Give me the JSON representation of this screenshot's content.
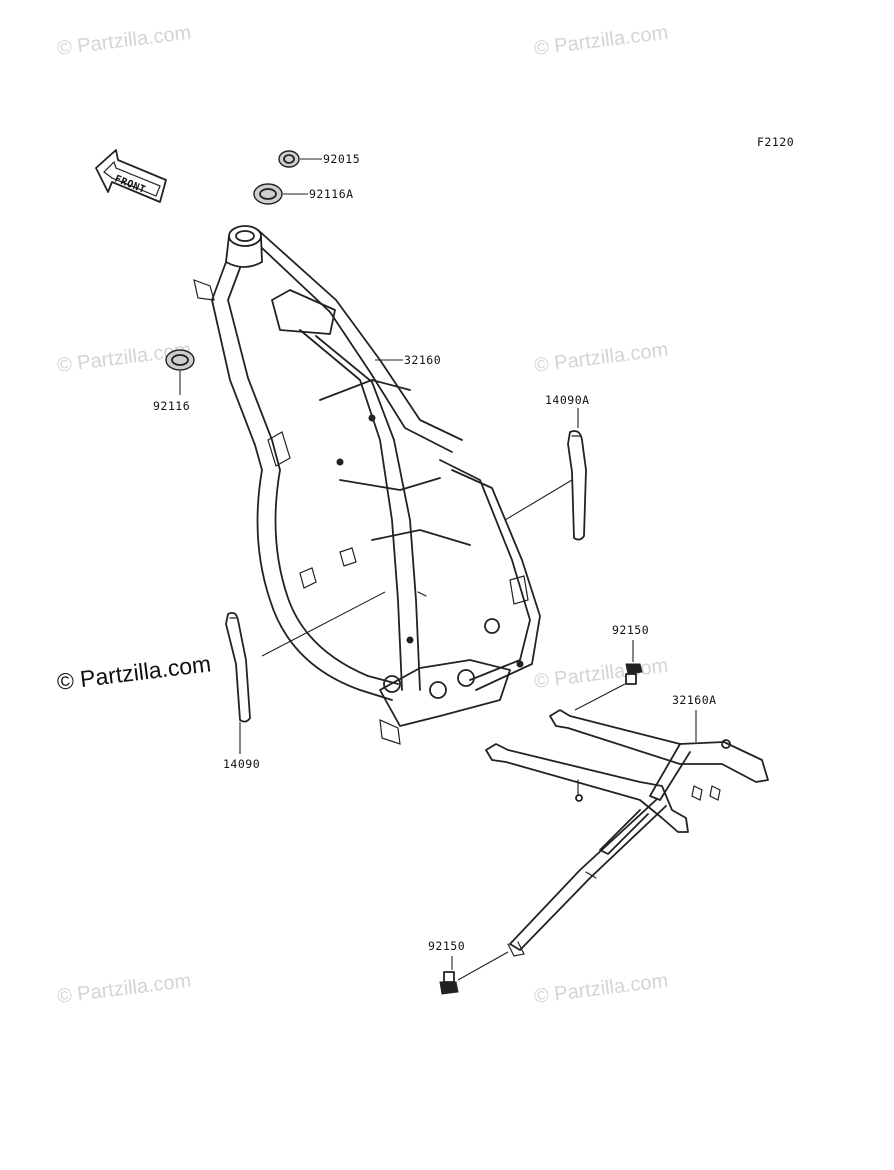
{
  "figure_code": "F2120",
  "front_arrow_label": "FRONT",
  "watermark": "© Partzilla.com",
  "callouts": {
    "c92015": "92015",
    "c92116A": "92116A",
    "c92116": "92116",
    "c32160": "32160",
    "c14090A": "14090A",
    "c14090": "14090",
    "c92150_top": "92150",
    "c32160A": "32160A",
    "c92150_bottom": "92150"
  }
}
